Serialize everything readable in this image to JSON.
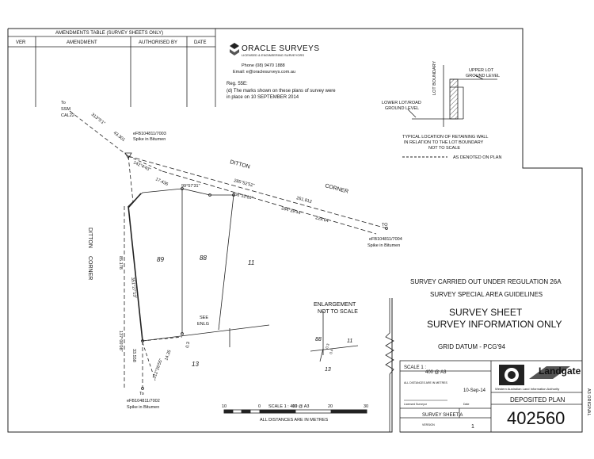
{
  "amendments_table": {
    "title": "AMENDMENTS TABLE (SURVEY SHEETS ONLY)",
    "columns": [
      "VER",
      "AMENDMENT",
      "AUTHORISED BY",
      "DATE"
    ]
  },
  "company": {
    "name": "ORACLE SURVEYS",
    "tagline": "LICENSED & ENGINEERING SURVEYORS",
    "phone": "Phone (08) 9470 1888",
    "email": "Email: e@oraclesurveys.com.au"
  },
  "regulation_note": {
    "line1": "Reg. 55E:",
    "line2": "(d) The marks shown on these plans of survey were",
    "line3": "in place on 10 SEPTEMBER 2014"
  },
  "retaining_wall": {
    "lot_boundary": "LOT BOUNDARY",
    "upper_lot": "UPPER LOT",
    "ground_level": "GROUND LEVEL",
    "lower_lot_road": "LOWER LOT/ROAD",
    "ground_level_2": "GROUND LEVEL",
    "caption1": "TYPICAL LOCATION OF RETAINING WALL",
    "caption2": "IN RELATION TO THE LOT BOUNDARY",
    "caption3": "NOT TO SCALE",
    "denoted": "AS DENOTED ON PLAN"
  },
  "marks": {
    "ssm_to": "To",
    "ssm_name": "SSM",
    "ssm_code": "CAL22",
    "top_mark_id": "eFB104811/7003",
    "top_mark_desc": "Spike in Bitumen",
    "right_mark_to": "TO",
    "right_mark_id": "eFB104811/7004",
    "right_mark_desc": "Spike in Bitumen",
    "bottom_mark_to": "To",
    "bottom_mark_id": "eFB104811/7002",
    "bottom_mark_desc": "Spike in Bitumen"
  },
  "streets": {
    "ditton_top": "DITTON",
    "corner_top": "CORNER",
    "ditton_left": "DITTON",
    "corner_left": "CORNER"
  },
  "bearings": {
    "b_ssm": "313°5'1\"",
    "d_ssm": "43.301",
    "b_top1": "285°52'52\"",
    "d_top1": "261.812",
    "b_top2": "284°39'44\"",
    "d_top2": "229.64",
    "b_lot1": "99°57'31\"",
    "b_lot2": "106°32'16\"",
    "b_diag": "142°4'43\"",
    "d_diag": "17.436",
    "b_left": "351°27'13\"",
    "d_left": "85.178",
    "b_left2": "137°00'08\"",
    "d_left2": "33.558",
    "b_bot": "212°26'55\"",
    "d_bot": "14.35",
    "d_small": "0.3"
  },
  "lots": {
    "lot89": "89",
    "lot88": "88",
    "lot11": "11",
    "lot13": "13"
  },
  "see_enlg": {
    "line1": "SEE",
    "line2": "ENLG"
  },
  "enlargement": {
    "title": "ENLARGEMENT",
    "subtitle": "NOT TO SCALE",
    "lot88": "88",
    "lot11": "11",
    "lot13": "13",
    "b1": "0.3",
    "b2": "0.4"
  },
  "survey_info": {
    "line1": "SURVEY CARRIED OUT UNDER REGULATION 26A",
    "line2": "SURVEY SPECIAL AREA GUIDELINES",
    "title1": "SURVEY SHEET",
    "title2": "SURVEY INFORMATION ONLY",
    "datum": "GRID DATUM - PCG'94"
  },
  "title_block": {
    "scale_label": "SCALE 1 :",
    "scale_value": "400 @ A3",
    "small_note": "ALL DISTANCES ARE IN METRES",
    "date": "10-Sep-14",
    "surveyor_note": "Licensed Surveyor",
    "date_label": "Date",
    "sheet_label": "SURVEY SHEET A",
    "version_label": "VERSION",
    "version_value": "1",
    "landgate": "Landgate",
    "landgate_sub": "Western Australian Land Information Authority",
    "plan_label": "DEPOSITED PLAN",
    "plan_number": "402560",
    "side_text": "A3 ORIGINAL"
  },
  "scale_bar": {
    "ticks": [
      "10",
      "0",
      "10",
      "20",
      "30"
    ],
    "label": "SCALE 1 : 400 @ A3",
    "caption": "ALL DISTANCES ARE IN METRES"
  }
}
